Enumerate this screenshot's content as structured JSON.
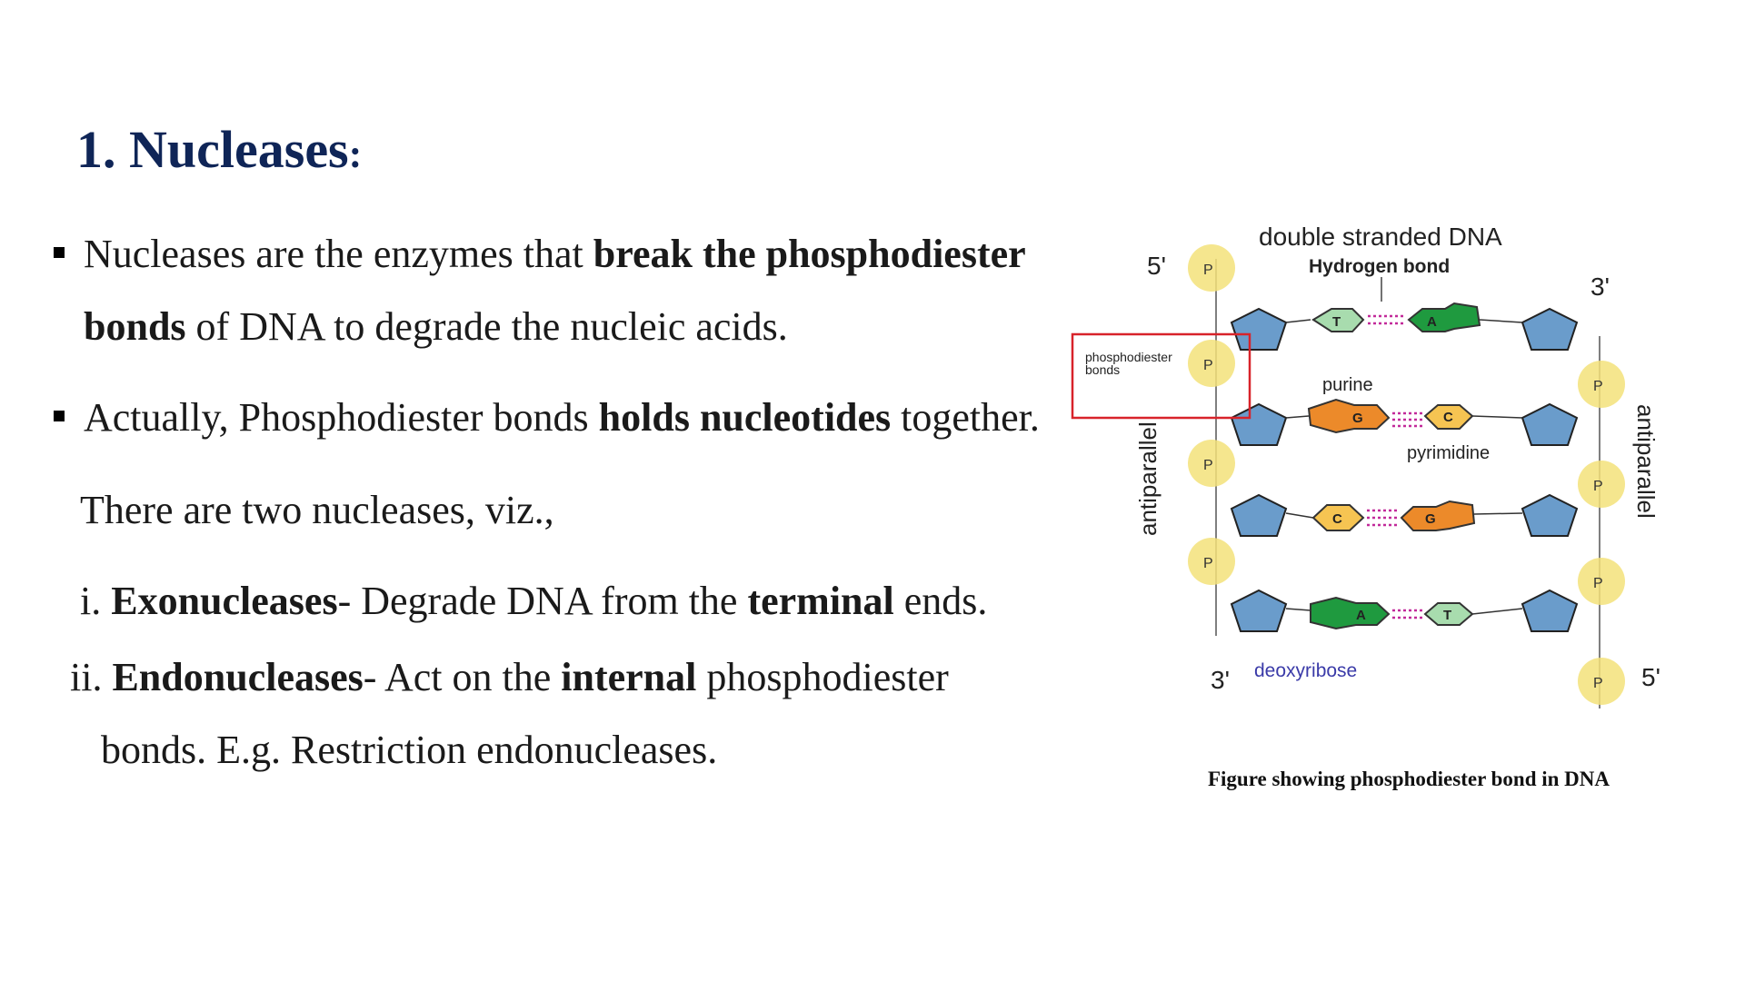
{
  "slide": {
    "title_number": "1.",
    "title_text": "Nucleases",
    "title_colon": ":",
    "bullet1": {
      "t1": "Nucleases are the enzymes that ",
      "b1": "break the phosphodiester",
      "b2": "bonds",
      "t2": " of DNA to degrade the nucleic acids."
    },
    "bullet2": {
      "t1": "Actually, Phosphodiester bonds ",
      "b1": "holds nucleotides",
      "t2": " together."
    },
    "intro": "There are two nucleases, viz.,",
    "item1": {
      "num": "i. ",
      "b1": "Exonucleases",
      "t1": "- Degrade DNA from the ",
      "b2": "terminal",
      "t2": " ends."
    },
    "item2": {
      "num": "ii. ",
      "b1": "Endonucleases",
      "t1": "- Act on the ",
      "b2": "internal",
      "t2": " phosphodiester",
      "t3": "bonds. E.g. Restriction endonucleases."
    }
  },
  "figure": {
    "title": "double stranded DNA",
    "hydrogen_bond": "Hydrogen bond",
    "five_prime_top": "5'",
    "three_prime_top": "3'",
    "three_prime_bottom": "3'",
    "five_prime_bottom": "5'",
    "phosphodiester_label_1": "phosphodiester",
    "phosphodiester_label_2": "bonds",
    "purine": "purine",
    "pyrimidine": "pyrimidine",
    "antiparallel_left": "antiparallel",
    "antiparallel_right": "antiparallel",
    "deoxyribose": "deoxyribose",
    "bases": [
      {
        "left": "T",
        "right": "A"
      },
      {
        "left": "G",
        "right": "C"
      },
      {
        "left": "C",
        "right": "G"
      },
      {
        "left": "A",
        "right": "T"
      }
    ],
    "colors": {
      "phosphate": "#f3e27a",
      "sugar": "#6a9ccb",
      "thymine": "#a8dcae",
      "adenine": "#1f9a3f",
      "guanine": "#ec8a2a",
      "cytosine": "#f6c452",
      "hbond": "#c22a9a",
      "highlight_box": "#d8232a"
    },
    "caption": "Figure showing phosphodiester bond in DNA"
  }
}
